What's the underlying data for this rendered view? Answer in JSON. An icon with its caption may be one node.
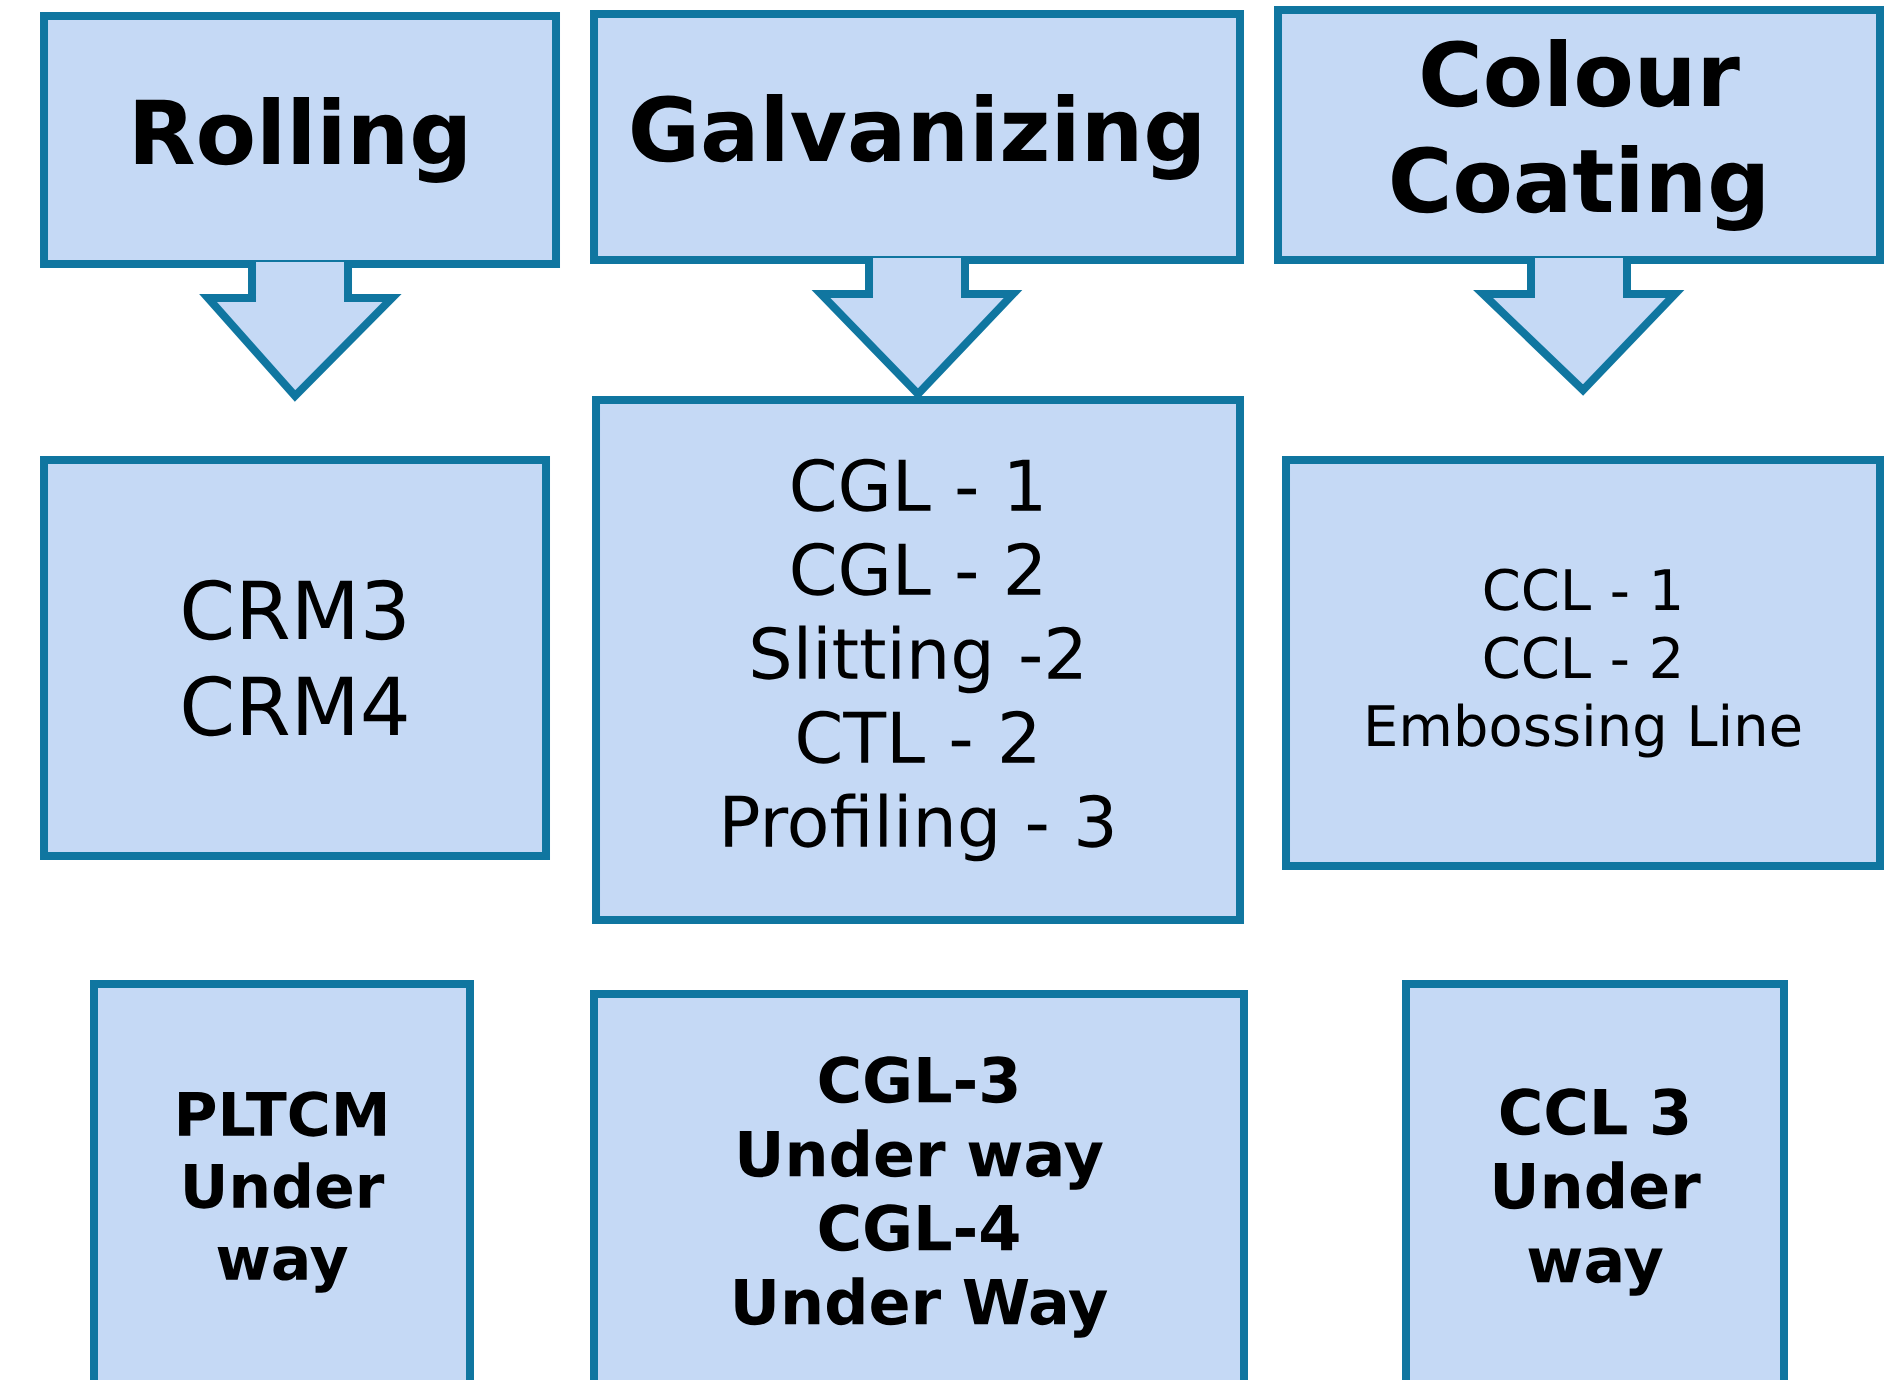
{
  "diagram": {
    "nodes": [
      {
        "text": [
          "Rolling"
        ]
      },
      {
        "text": [
          "Galvanizing"
        ]
      },
      {
        "text": [
          "Colour Coating"
        ]
      },
      {
        "text": [
          "CRM3",
          "CRM4"
        ]
      },
      {
        "text": [
          "CGL - 1",
          "CGL - 2",
          "Slitting -2",
          "CTL - 2",
          "Profiling - 3"
        ]
      },
      {
        "text": [
          "CCL - 1",
          "CCL - 2",
          "Embossing Line"
        ]
      },
      {
        "text": [
          "PLTCM Under way"
        ]
      },
      {
        "text": [
          "CGL-3 Under way",
          "CGL-4 Under Way"
        ]
      },
      {
        "text": [
          "CCL 3 Under way"
        ]
      }
    ],
    "edges": [
      {
        "from": 0,
        "to": 3,
        "arrow": "to"
      },
      {
        "from": 1,
        "to": 4,
        "arrow": "to"
      },
      {
        "from": 2,
        "to": 5,
        "arrow": "to"
      }
    ]
  }
}
